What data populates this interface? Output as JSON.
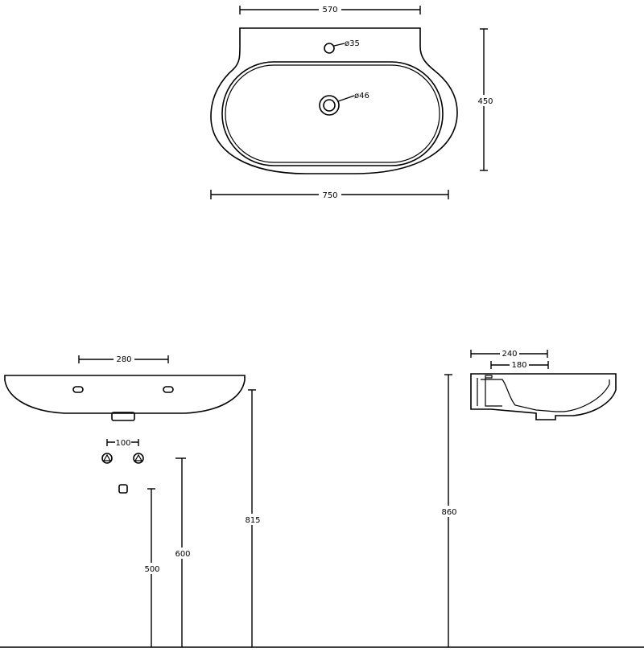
{
  "top_view": {
    "width_top_label": "570",
    "width_bottom_label": "750",
    "depth_label": "450",
    "tap_hole_label": "ø35",
    "drain_label": "ø46"
  },
  "front_view": {
    "tap_spacing_label": "280",
    "valve_spacing_label": "100",
    "rim_height_label": "815",
    "valve_height_label": "600",
    "waste_height_label": "500"
  },
  "side_view": {
    "projection_label": "240",
    "bowl_depth_label": "180",
    "height_label": "860"
  }
}
